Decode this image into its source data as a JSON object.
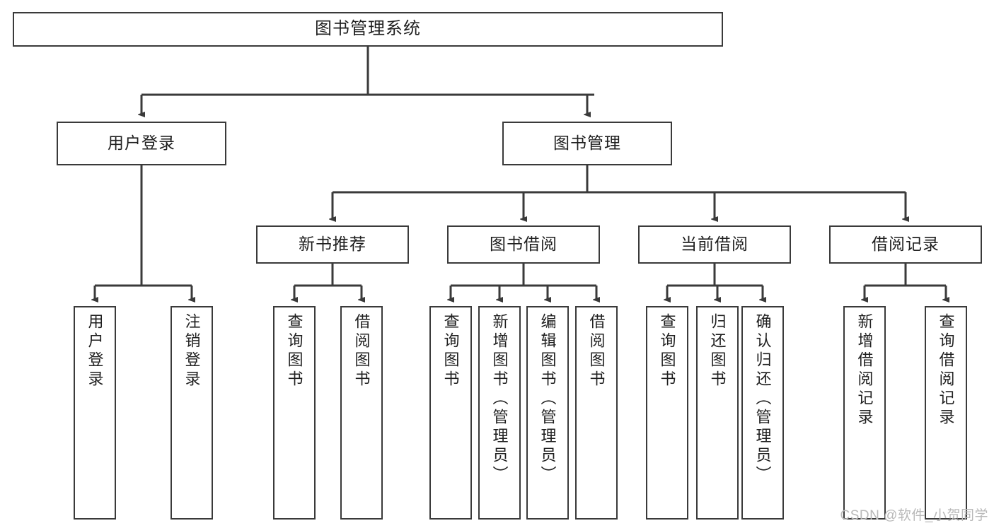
{
  "diagram": {
    "title": "图书管理系统",
    "watermark": "CSDN @软件_小贺同学",
    "levels": {
      "root": {
        "label": "图书管理系统"
      },
      "level1": [
        {
          "label": "用户登录"
        },
        {
          "label": "图书管理"
        }
      ],
      "level2": [
        {
          "label": "新书推荐"
        },
        {
          "label": "图书借阅"
        },
        {
          "label": "当前借阅"
        },
        {
          "label": "借阅记录"
        }
      ],
      "leaves": {
        "user_login": [
          {
            "label": "用户登录"
          },
          {
            "label": "注销登录"
          }
        ],
        "new_book_recommend": [
          {
            "label": "查询图书"
          },
          {
            "label": "借阅图书"
          }
        ],
        "book_borrow": [
          {
            "label": "查询图书"
          },
          {
            "label": "新增图书（管理员）"
          },
          {
            "label": "编辑图书（管理员）"
          },
          {
            "label": "借阅图书"
          }
        ],
        "current_borrow": [
          {
            "label": "查询图书"
          },
          {
            "label": "归还图书"
          },
          {
            "label": "确认归还（管理员）"
          }
        ],
        "borrow_record": [
          {
            "label": "新增借阅记录"
          },
          {
            "label": "查询借阅记录"
          }
        ]
      }
    },
    "colors": {
      "stroke": "#3a3a3a",
      "fill": "#ffffff",
      "text": "#1f1f1f",
      "watermark": "#b9b9b9"
    }
  }
}
